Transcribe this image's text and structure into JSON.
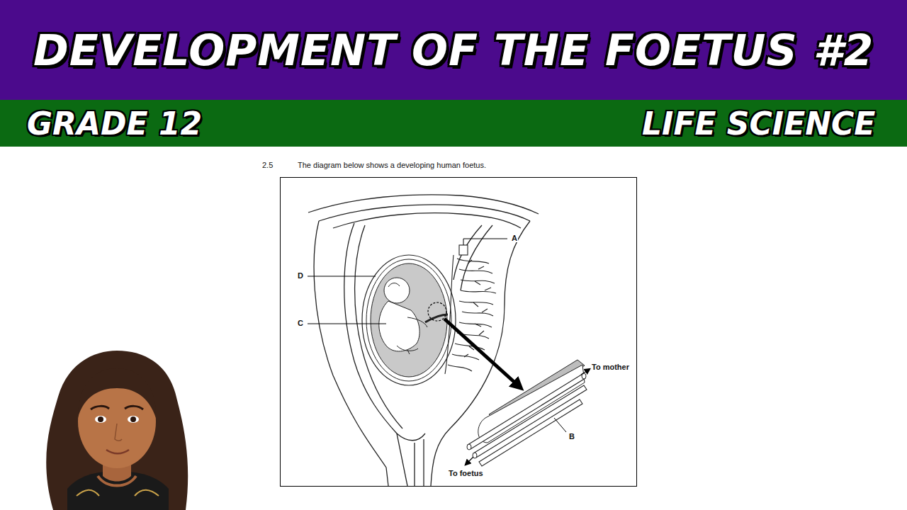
{
  "diagram": {
    "title": "DEVELOPMENT OF THE FOETUS #2",
    "nodes": [
      {
        "text": [
          "GRADE 12",
          "LIFE SCIENCE"
        ]
      }
    ],
    "labels": [
      "2.5",
      "The diagram below shows a developing human foetus.",
      "A",
      "D",
      "C",
      "B",
      "To mother",
      "To foetus"
    ]
  }
}
